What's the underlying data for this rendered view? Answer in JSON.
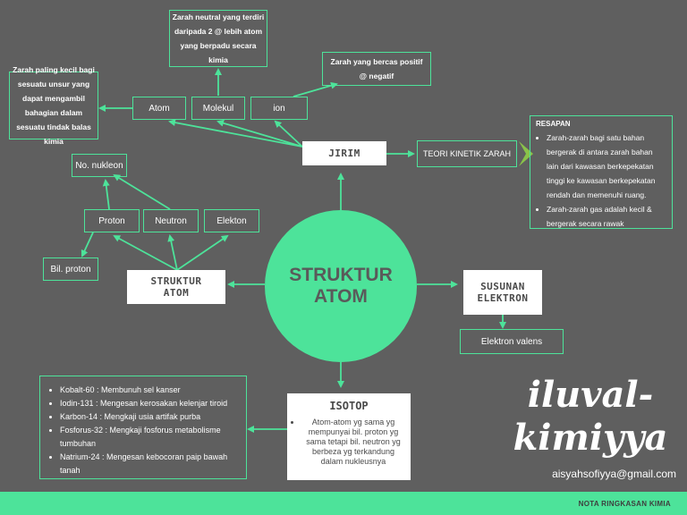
{
  "center": {
    "line1": "STRUKTUR",
    "line2": "ATOM"
  },
  "jirim": {
    "title": "JIRIM",
    "items": [
      "Atom",
      "Molekul",
      "ion"
    ],
    "atom_def": "Zarah paling kecil bagi sesuatu unsur yang dapat mengambil bahagian dalam sesuatu tindak balas kimia",
    "molekul_def": "Zarah neutral yang terdiri daripada 2 @ lebih atom yang berpadu secara kimia",
    "ion_def": "Zarah yang bercas positif @ negatif",
    "teori": "TEORI KINETIK ZARAH"
  },
  "resapan": {
    "title": "RESAPAN",
    "point1": "Zarah-zarah bagi satu bahan bergerak di antara zarah bahan lain dari kawasan berkepekatan tinggi ke kawasan berkepekatan rendah dan memenuhi ruang.",
    "point2": "Zarah-zarah gas adalah kecil & bergerak secara rawak"
  },
  "struktur": {
    "title_line1": "STRUKTUR",
    "title_line2": "ATOM",
    "items": [
      "Proton",
      "Neutron",
      "Elekton"
    ],
    "nukleon": "No. nukleon",
    "bil_proton": "Bil. proton"
  },
  "susunan": {
    "title_line1": "SUSUNAN",
    "title_line2": "ELEKTRON",
    "valens": "Elektron valens"
  },
  "isotop": {
    "title": "ISOTOP",
    "definition": "Atom-atom yg sama yg mempunyai bil. proton yg sama tetapi bil. neutron yg berbeza yg terkandung dalam nukleusnya",
    "uses": [
      "Kobalt-60 : Membunuh sel kanser",
      "Iodin-131 : Mengesan kerosakan kelenjar tiroid",
      "Karbon-14 : Mengkaji usia artifak purba",
      "Fosforus-32 : Mengkaji  fosforus metabolisme tumbuhan",
      "Natrium-24 : Mengesan kebocoran paip bawah tanah"
    ]
  },
  "signature": {
    "line1": "iluval-",
    "line2": "kimiyya",
    "email": "aisyahsofiyya@gmail.com"
  },
  "footer": "NOTA RINGKASAN KIMIA",
  "colors": {
    "background": "#5f5f5f",
    "accent": "#4de39a",
    "footer": "#4de39a",
    "panel": "#ffffff"
  }
}
